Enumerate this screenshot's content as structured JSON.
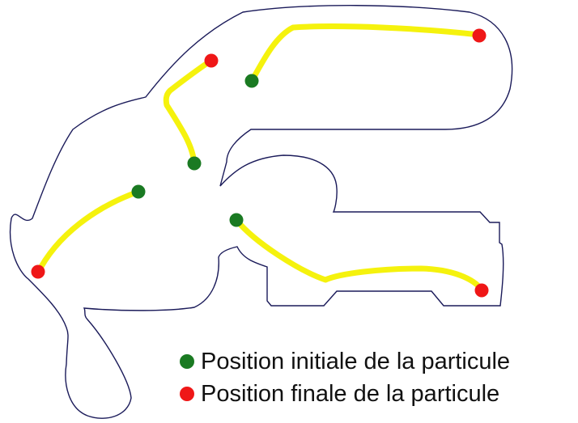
{
  "colors": {
    "outline": "#1b1b5a",
    "trajectory": "#f5f20d",
    "initial": "#1a7a22",
    "final": "#ef1717",
    "background": "#ffffff"
  },
  "legend": {
    "initial_label": "Position initiale de la particule",
    "final_label": "Position finale de la particule"
  },
  "trajectories": [
    {
      "initial": "green-dot-1",
      "final": "red-dot-1"
    },
    {
      "initial": "green-dot-2",
      "final": "red-dot-2"
    },
    {
      "initial": "green-dot-3",
      "final": "red-dot-3"
    },
    {
      "initial": "green-dot-4",
      "final": "red-dot-4"
    }
  ]
}
